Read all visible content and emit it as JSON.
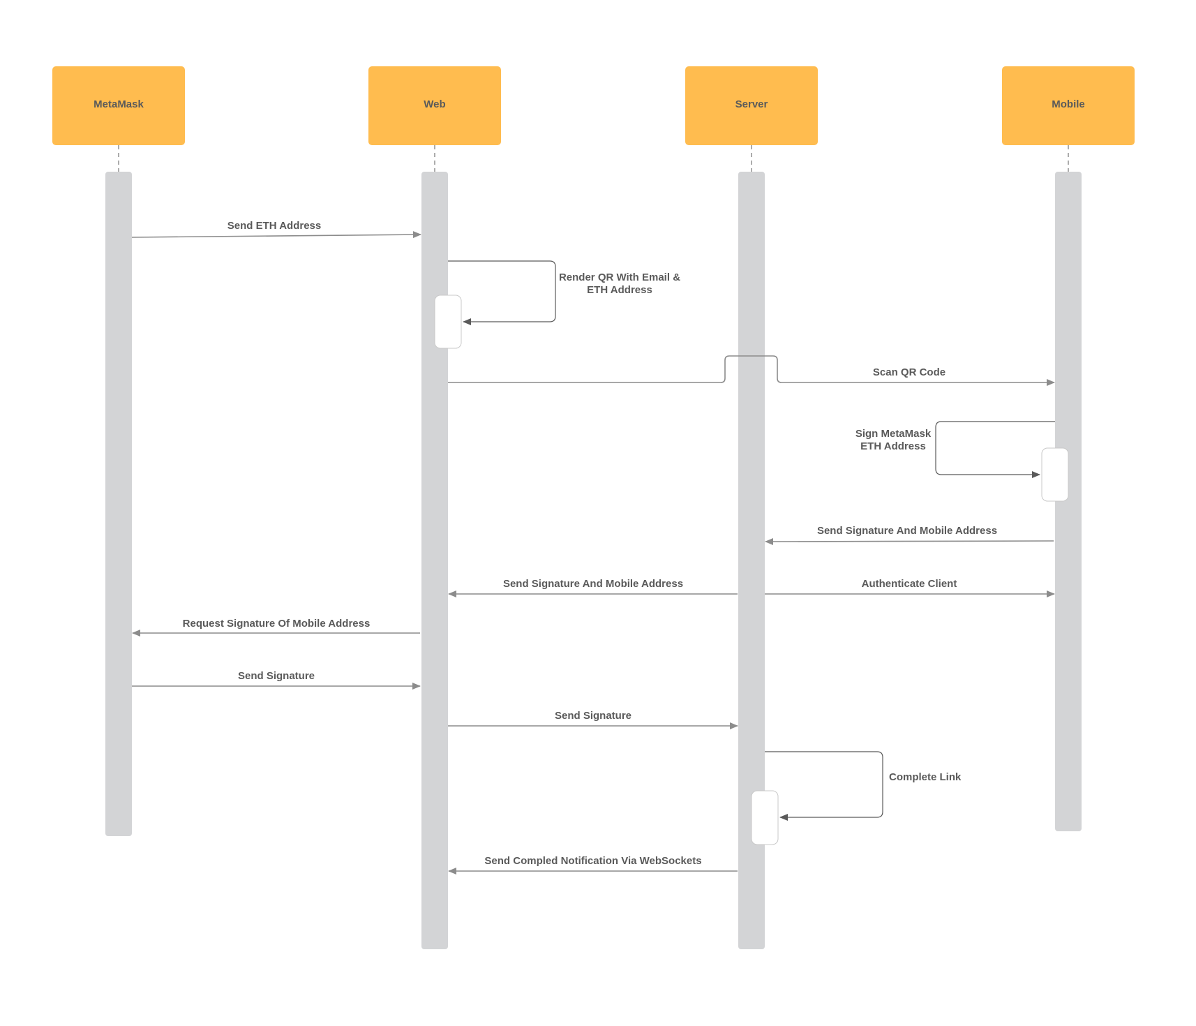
{
  "diagram": {
    "actors": [
      {
        "id": "metamask",
        "label": "MetaMask"
      },
      {
        "id": "web",
        "label": "Web"
      },
      {
        "id": "server",
        "label": "Server"
      },
      {
        "id": "mobile",
        "label": "Mobile"
      }
    ],
    "messages": [
      {
        "id": "m1",
        "from": "metamask",
        "to": "web",
        "label": "Send ETH Address"
      },
      {
        "id": "m2",
        "from": "web",
        "to": "web",
        "self": true,
        "label_lines": [
          "Render QR With Email &",
          "ETH Address"
        ]
      },
      {
        "id": "m3",
        "from": "web",
        "to": "mobile",
        "label": "Scan QR Code"
      },
      {
        "id": "m4",
        "from": "mobile",
        "to": "mobile",
        "self": true,
        "label_lines": [
          "Sign MetaMask",
          "ETH Address"
        ]
      },
      {
        "id": "m5",
        "from": "mobile",
        "to": "server",
        "label": "Send Signature And Mobile Address"
      },
      {
        "id": "m6",
        "from": "server",
        "to": "web",
        "label": "Send Signature And Mobile Address"
      },
      {
        "id": "m7",
        "from": "server",
        "to": "mobile",
        "label": "Authenticate Client"
      },
      {
        "id": "m8",
        "from": "web",
        "to": "metamask",
        "label": "Request Signature Of Mobile Address"
      },
      {
        "id": "m9",
        "from": "metamask",
        "to": "web",
        "label": "Send Signature"
      },
      {
        "id": "m10",
        "from": "web",
        "to": "server",
        "label": "Send Signature"
      },
      {
        "id": "m11",
        "from": "server",
        "to": "server",
        "self": true,
        "label": "Complete Link"
      },
      {
        "id": "m12",
        "from": "server",
        "to": "web",
        "label": "Send Compled Notification Via WebSockets"
      }
    ],
    "colors": {
      "actor_fill": "#ffbc4f",
      "lifeline_fill": "#d3d4d6",
      "arrow": "#8c8c8c",
      "text": "#5a5a5a"
    }
  }
}
